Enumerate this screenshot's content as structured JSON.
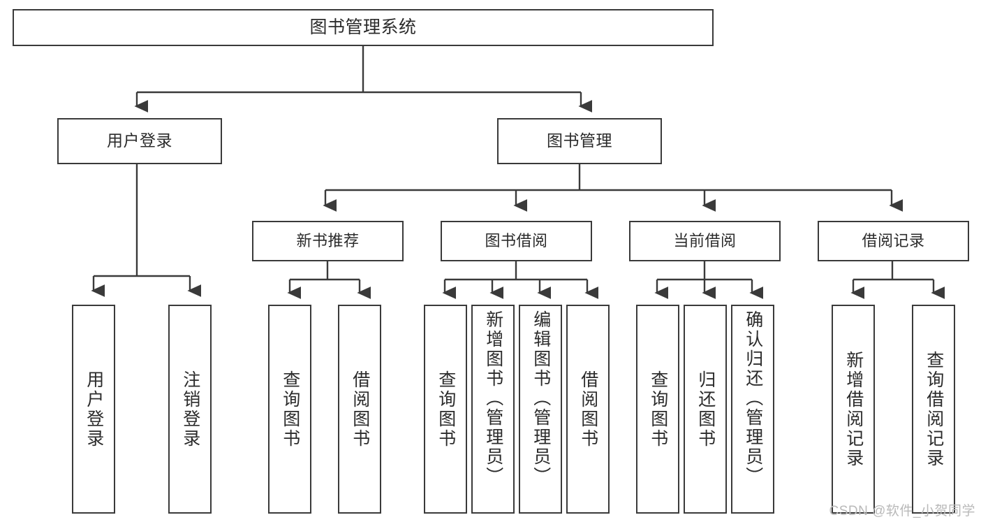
{
  "diagram": {
    "type": "hierarchy-tree",
    "title": "图书管理系统",
    "root": {
      "label": "图书管理系统"
    },
    "level2": [
      {
        "label": "用户登录"
      },
      {
        "label": "图书管理"
      }
    ],
    "level3": [
      {
        "label": "新书推荐"
      },
      {
        "label": "图书借阅"
      },
      {
        "label": "当前借阅"
      },
      {
        "label": "借阅记录"
      }
    ],
    "leaves": {
      "user_login": [
        {
          "label": "用户登录"
        },
        {
          "label": "注销登录"
        }
      ],
      "new_book_recommend": [
        {
          "label": "查询图书"
        },
        {
          "label": "借阅图书"
        }
      ],
      "book_borrow": [
        {
          "label": "查询图书"
        },
        {
          "label": "新增图书（管理员）"
        },
        {
          "label": "编辑图书（管理员）"
        },
        {
          "label": "借阅图书"
        }
      ],
      "current_borrow": [
        {
          "label": "查询图书"
        },
        {
          "label": "归还图书"
        },
        {
          "label": "确认归还（管理员）"
        }
      ],
      "borrow_record": [
        {
          "label": "新增借阅记录"
        },
        {
          "label": "查询借阅记录"
        }
      ]
    }
  },
  "watermark": {
    "text": "CSDN @软件_小贺同学"
  },
  "colors": {
    "border": "#3a3a3a",
    "text": "#2b2b2b",
    "background": "#ffffff",
    "watermark": "#b9b9b9"
  }
}
